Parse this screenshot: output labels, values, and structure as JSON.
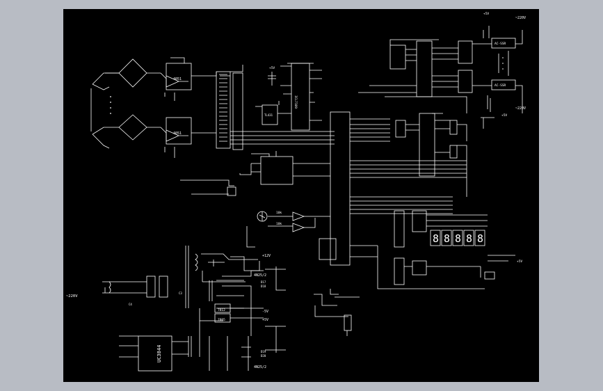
{
  "colors": {
    "canvas": "#000000",
    "ink": "#ffffff",
    "backdrop": "#b8bcc4"
  },
  "labels": {
    "vcc": "+5V",
    "mains_left": "~220V",
    "mains_top": "~220V",
    "mains_right": "~220V",
    "plus12": "+12V",
    "minus5": "-5V",
    "plus5_out": "+5V",
    "pwm_ic": "UC3844",
    "reg_a": "7812",
    "reg_b": "7805",
    "diode_top": "4N25/2",
    "diode_bot": "4N25/2",
    "ssr_top": "AC-SSR",
    "ssr_bot": "AC-SSR",
    "opamp_a": "4051",
    "opamp_b": "4051",
    "adc": "ICL7109",
    "ref": "TL431",
    "r10k_a": "10k",
    "r10k_b": "10k",
    "d17": "D17",
    "d18": "D18",
    "d19": "D19",
    "d20": "D20",
    "c3": "C3",
    "c4": "C4"
  },
  "segment_digits": [
    "8",
    "8",
    "8",
    "8",
    "8"
  ]
}
